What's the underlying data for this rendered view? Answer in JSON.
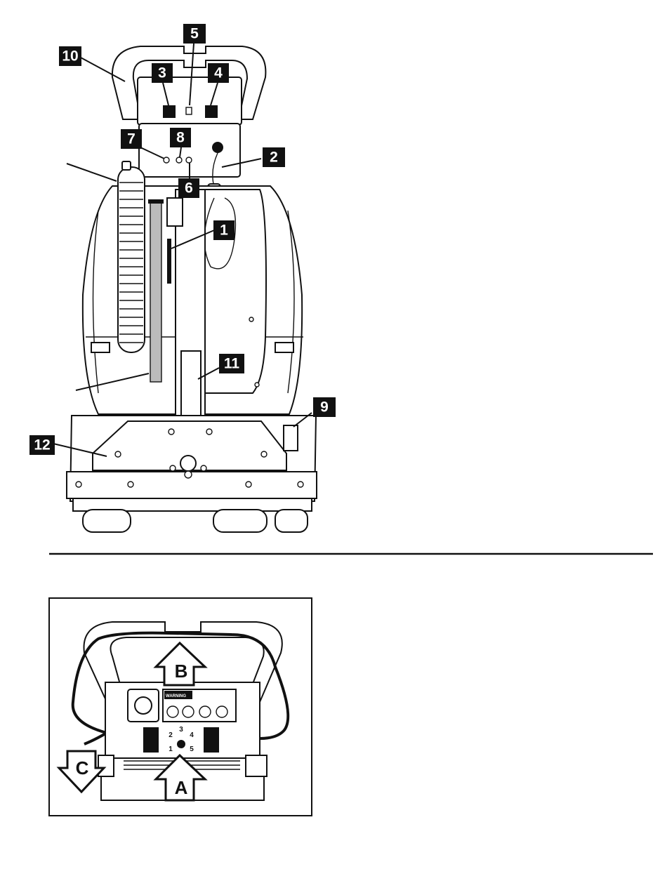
{
  "callouts": {
    "c1": "1",
    "c2": "2",
    "c3": "3",
    "c4": "4",
    "c5": "5",
    "c6": "6",
    "c7": "7",
    "c8": "8",
    "c9": "9",
    "c10": "10",
    "c11": "11",
    "c12": "12"
  },
  "inset": {
    "arrow_a": "A",
    "arrow_b": "B",
    "arrow_c": "C",
    "warning_label": "WARNING",
    "dial_numbers": [
      "1",
      "2",
      "3",
      "4",
      "5"
    ]
  }
}
